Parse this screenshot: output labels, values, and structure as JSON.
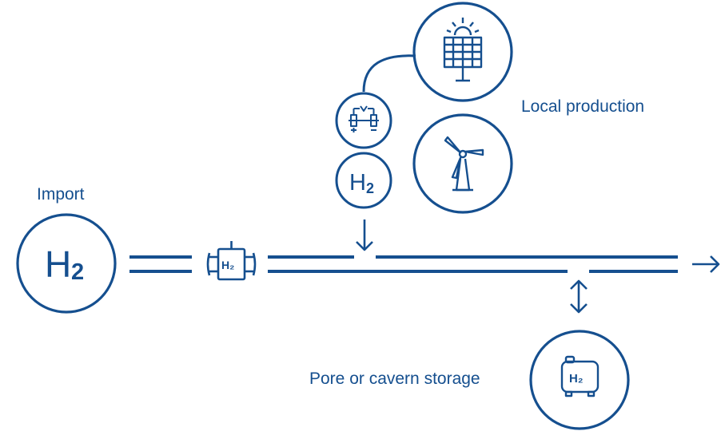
{
  "colors": {
    "stroke": "#154f8f",
    "background": "#ffffff"
  },
  "labels": {
    "import": "Import",
    "local_production": "Local production",
    "storage": "Pore or cavern storage"
  },
  "symbols": {
    "h2_main": "H",
    "h2_sub": "2",
    "h2_small": "H",
    "h2_small_sub": "2",
    "compressor_text": "H₂",
    "tank_text": "H₂"
  },
  "icons": {
    "import_source": "h2-molecule-icon",
    "compressor": "compressor-station-icon",
    "solar": "solar-panel-icon",
    "wind": "wind-turbine-icon",
    "electrolyser": "electrolyser-icon",
    "local_h2": "h2-molecule-icon",
    "storage": "storage-tank-icon",
    "down_arrow": "arrow-down-icon",
    "updown_arrow": "arrow-updown-icon",
    "outflow_arrow": "arrow-right-icon"
  }
}
